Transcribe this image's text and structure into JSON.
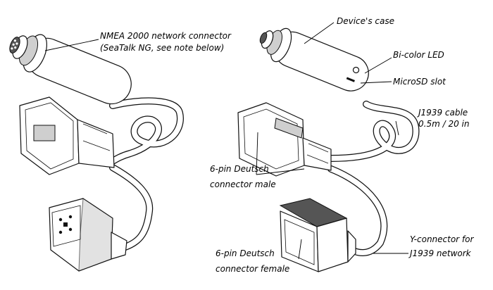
{
  "labels": {
    "nmea_line1": "NMEA 2000 network connector",
    "nmea_line2": "(SeaTalk NG, see note below)",
    "device_case": "Device's case",
    "bicolor_led": "Bi-color LED",
    "microsd_slot": "MicroSD slot",
    "j1939_cable_line1": "J1939 cable",
    "j1939_cable_line2": "0.5m / 20 in",
    "deutsch_male_line1": "6-pin Deutsch",
    "deutsch_male_line2": "connector male",
    "y_connector_line1": "Y-connector for",
    "y_connector_line2": "J1939 network",
    "deutsch_female_line1": "6-pin Deutsch",
    "deutsch_female_line2": "connector female"
  }
}
